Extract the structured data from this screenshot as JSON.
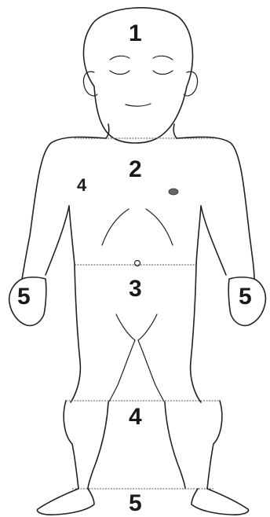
{
  "regions": [
    {
      "id": "head",
      "label": "1"
    },
    {
      "id": "chest",
      "label": "2"
    },
    {
      "id": "trunk-side",
      "label": "4"
    },
    {
      "id": "abdomen",
      "label": "3"
    },
    {
      "id": "left-hand",
      "label": "5"
    },
    {
      "id": "right-hand",
      "label": "5"
    },
    {
      "id": "knees",
      "label": "4"
    },
    {
      "id": "feet",
      "label": "5"
    }
  ],
  "colors": {
    "line": "#222222",
    "background": "#ffffff",
    "label": "#1a1a1a"
  }
}
